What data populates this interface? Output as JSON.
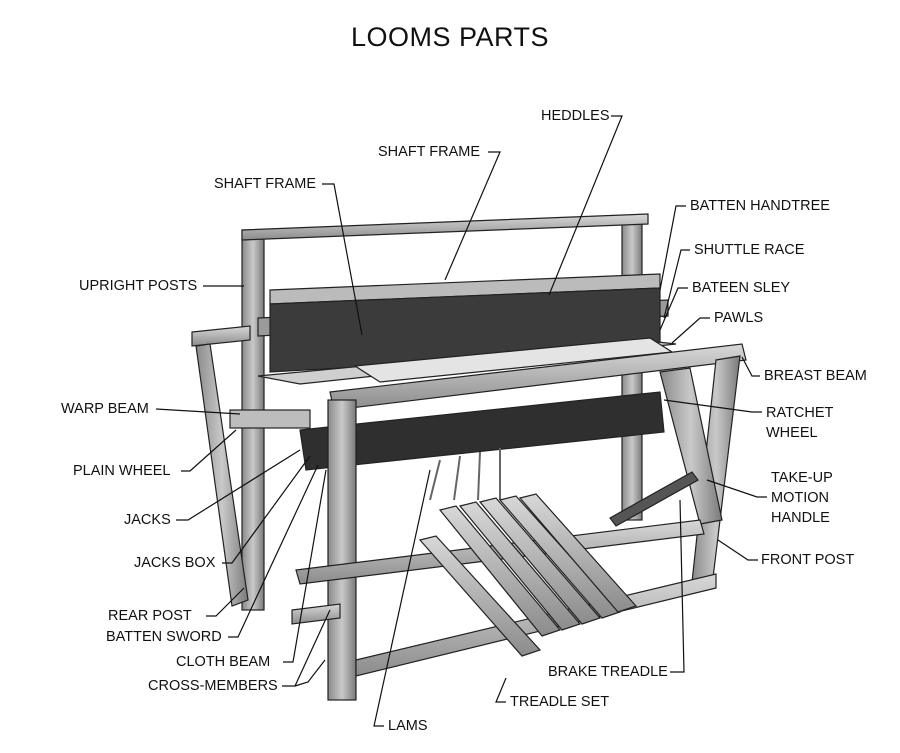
{
  "title": "LOOMS PARTS",
  "labels": {
    "heddles": "HEDDLES",
    "shaft_frame_1": "SHAFT FRAME",
    "shaft_frame_2": "SHAFT FRAME",
    "batten_handtree": "BATTEN HANDTREE",
    "shuttle_race": "SHUTTLE RACE",
    "bateen_sley": "BATEEN SLEY",
    "pawls": "PAWLS",
    "upright_posts": "UPRIGHT POSTS",
    "breast_beam": "BREAST BEAM",
    "warp_beam": "WARP BEAM",
    "ratchet_wheel_1": "RATCHET",
    "ratchet_wheel_2": "WHEEL",
    "plain_wheel": "PLAIN WHEEL",
    "take_up_1": "TAKE-UP",
    "take_up_2": "MOTION",
    "take_up_3": "HANDLE",
    "jacks": "JACKS",
    "jacks_box": "JACKS BOX",
    "front_post": "FRONT POST",
    "rear_post": "REAR  POST",
    "batten_sword": "BATTEN SWORD",
    "cloth_beam": "CLOTH BEAM",
    "brake_treadle": "BRAKE TREADLE",
    "cross_members": "CROSS-MEMBERS",
    "treadle_set": "TREADLE SET",
    "lams": "LAMS"
  }
}
